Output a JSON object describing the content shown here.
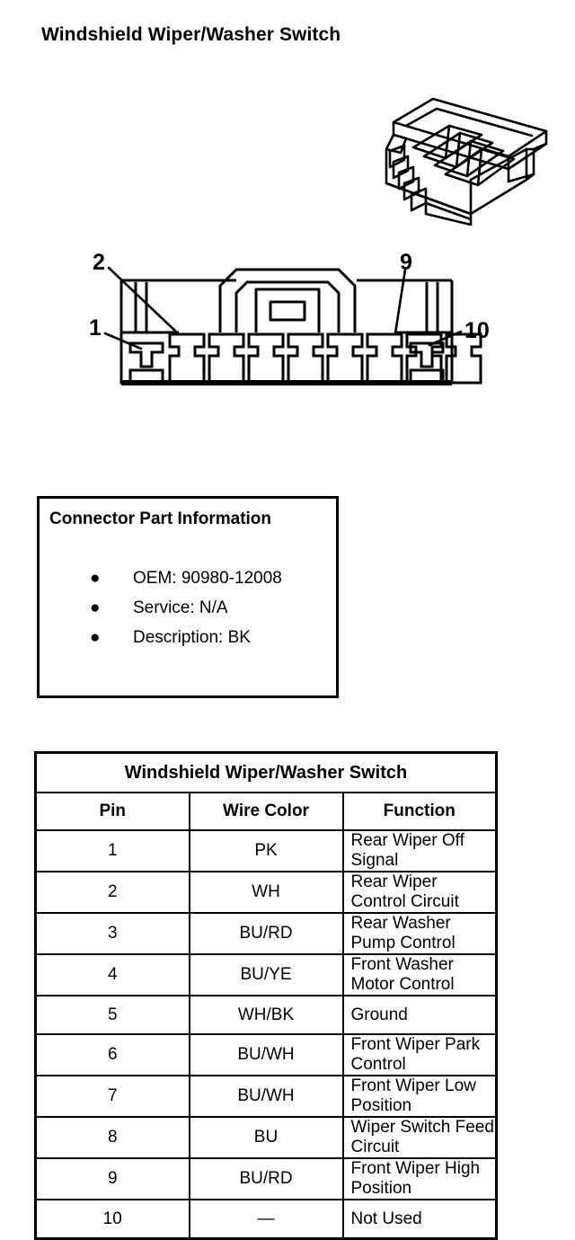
{
  "page": {
    "title": "Windshield Wiper/Washer Switch"
  },
  "connector_face": {
    "callouts": [
      {
        "label": "1"
      },
      {
        "label": "2"
      },
      {
        "label": "9"
      },
      {
        "label": "10"
      }
    ],
    "cavity_count": 10
  },
  "part_info": {
    "title": "Connector Part Information",
    "bullet": "●",
    "items": [
      {
        "text": "OEM: 90980-12008"
      },
      {
        "text": "Service: N/A"
      },
      {
        "text": "Description: BK"
      }
    ]
  },
  "pinout": {
    "title": "Windshield Wiper/Washer Switch",
    "columns": {
      "pin": "Pin",
      "wire_color": "Wire Color",
      "function": "Function"
    },
    "rows": [
      {
        "pin": "1",
        "wire_color": "PK",
        "function": "Rear Wiper Off Signal"
      },
      {
        "pin": "2",
        "wire_color": "WH",
        "function": "Rear Wiper Control Circuit"
      },
      {
        "pin": "3",
        "wire_color": "BU/RD",
        "function": "Rear Washer Pump Control"
      },
      {
        "pin": "4",
        "wire_color": "BU/YE",
        "function": "Front Washer Motor Control"
      },
      {
        "pin": "5",
        "wire_color": "WH/BK",
        "function": "Ground"
      },
      {
        "pin": "6",
        "wire_color": "BU/WH",
        "function": "Front Wiper Park Control"
      },
      {
        "pin": "7",
        "wire_color": "BU/WH",
        "function": "Front Wiper Low Position"
      },
      {
        "pin": "8",
        "wire_color": "BU",
        "function": "Wiper Switch Feed Circuit"
      },
      {
        "pin": "9",
        "wire_color": "BU/RD",
        "function": "Front Wiper High Position"
      },
      {
        "pin": "10",
        "wire_color": "—",
        "function": "Not Used"
      }
    ]
  },
  "colors": {
    "ink": "#000000",
    "paper": "#ffffff"
  }
}
